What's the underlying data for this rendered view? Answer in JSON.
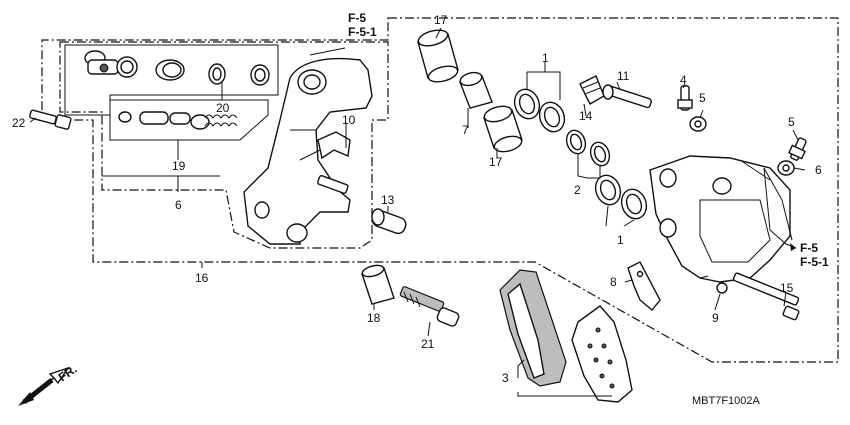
{
  "diagram": {
    "part_code": "MBT7F1002A",
    "front_marker": "FR.",
    "references": [
      {
        "id": "ref-top-left",
        "lines": [
          "F-5",
          "F-5-1"
        ]
      },
      {
        "id": "ref-right",
        "lines": [
          "F-5",
          "F-5-1"
        ]
      }
    ],
    "callouts": [
      "1",
      "1",
      "2",
      "3",
      "4",
      "5",
      "5",
      "6",
      "6",
      "7",
      "8",
      "9",
      "10",
      "11",
      "13",
      "14",
      "15",
      "16",
      "17",
      "17",
      "18",
      "19",
      "20",
      "21",
      "22"
    ]
  }
}
